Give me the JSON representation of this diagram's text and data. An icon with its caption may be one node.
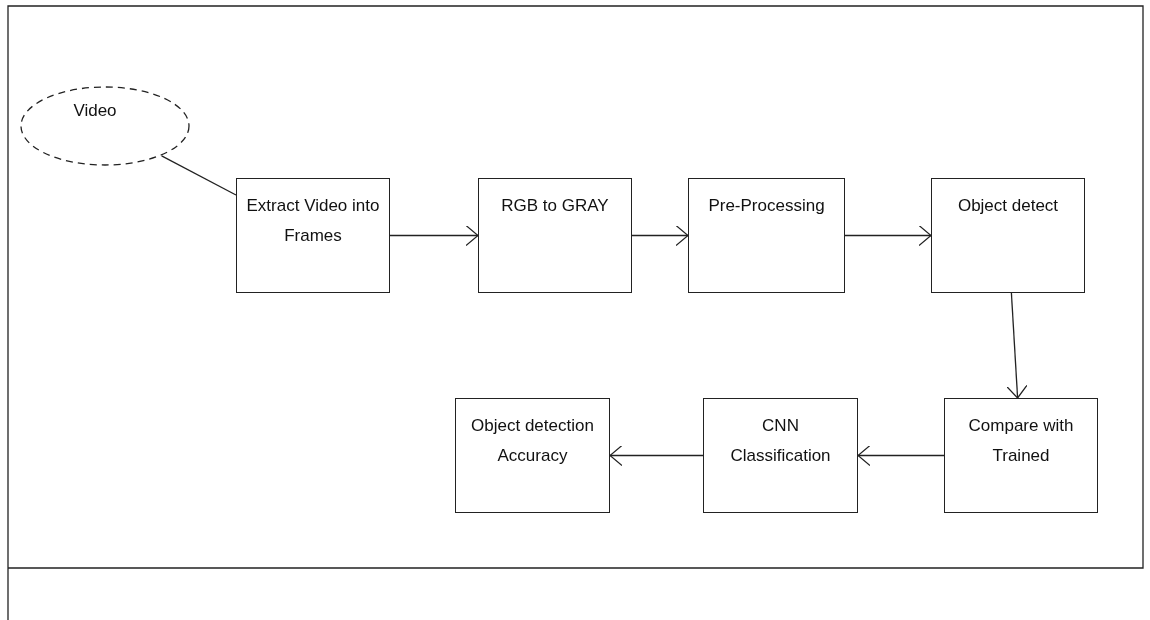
{
  "diagram": {
    "nodes": [
      {
        "text": [
          "Video"
        ]
      },
      {
        "text": [
          "Extract Video into Frames"
        ]
      },
      {
        "text": [
          "RGB to GRAY"
        ]
      },
      {
        "text": [
          "Pre-Processing"
        ]
      },
      {
        "text": [
          "Object detect"
        ]
      },
      {
        "text": [
          "Compare with Trained"
        ]
      },
      {
        "text": [
          "CNN Classification"
        ]
      },
      {
        "text": [
          "Object detection Accuracy"
        ]
      }
    ],
    "edges": [
      {
        "from": 0,
        "to": 1,
        "arrow": "none"
      },
      {
        "from": 1,
        "to": 2,
        "arrow": "to"
      },
      {
        "from": 2,
        "to": 3,
        "arrow": "to"
      },
      {
        "from": 3,
        "to": 4,
        "arrow": "to"
      },
      {
        "from": 4,
        "to": 5,
        "arrow": "to"
      },
      {
        "from": 5,
        "to": 6,
        "arrow": "to"
      },
      {
        "from": 6,
        "to": 7,
        "arrow": "to"
      }
    ]
  }
}
